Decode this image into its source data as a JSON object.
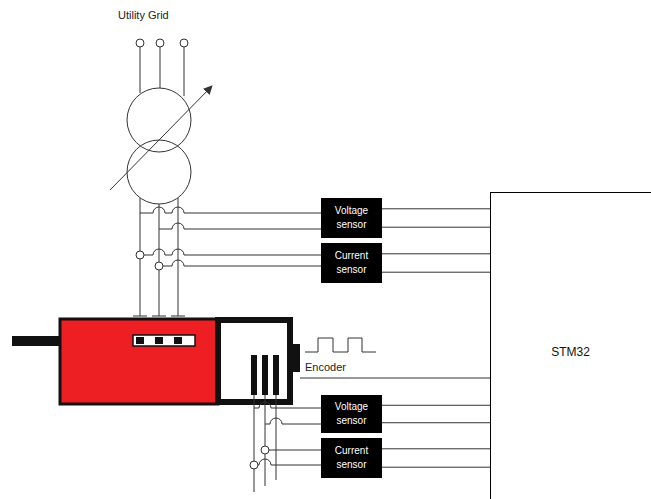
{
  "diagram": {
    "nodes": [
      {
        "text": [
          "Voltage sensor"
        ]
      },
      {
        "text": [
          "Current sensor"
        ]
      },
      {
        "text": [
          "STM32"
        ]
      },
      {
        "text": [
          "Voltage sensor"
        ]
      },
      {
        "text": [
          "Current sensor"
        ]
      }
    ],
    "edges": [
      {
        "from": 0,
        "to": 2,
        "arrow": "none"
      },
      {
        "from": 1,
        "to": 2,
        "arrow": "none"
      },
      {
        "from": 3,
        "to": 2,
        "arrow": "none"
      },
      {
        "from": 4,
        "to": 2,
        "arrow": "none"
      }
    ],
    "labels": [
      "Utility Grid",
      "Encoder"
    ]
  }
}
